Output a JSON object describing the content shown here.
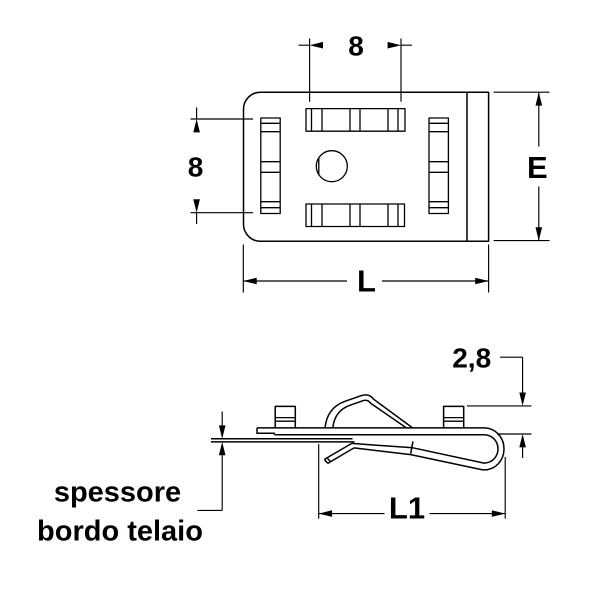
{
  "document": {
    "kind": "technical drawing",
    "background_color": "#ffffff",
    "line_color": "#000000"
  },
  "top_view": {
    "dim_slot_width": "8",
    "dim_slot_height": "8",
    "dim_overall_height": "E",
    "dim_overall_length": "L"
  },
  "side_view": {
    "dim_stud_height": "2,8",
    "dim_clip_length": "L1",
    "frame_thickness_label_line1": "spessore",
    "frame_thickness_label_line2": "bordo telaio"
  }
}
